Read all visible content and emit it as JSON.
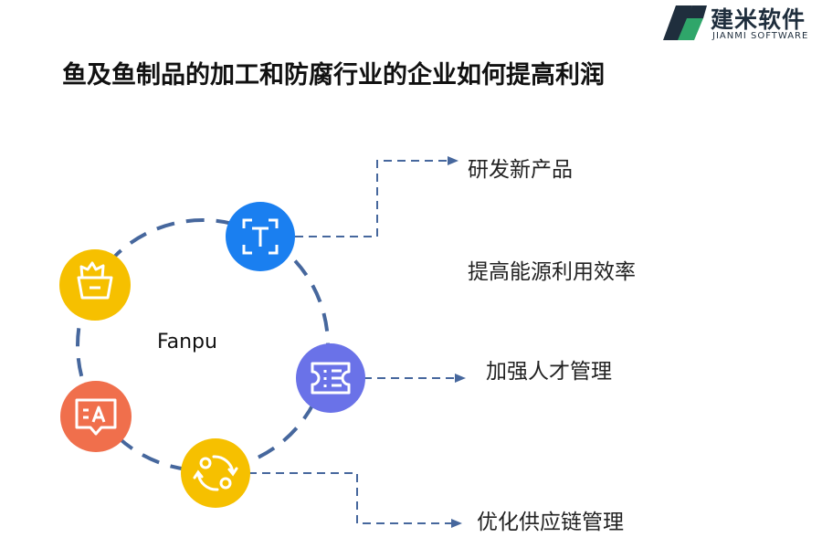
{
  "header": {
    "logo_cn": "建米软件",
    "logo_en": "JIANMI SOFTWARE",
    "title": "鱼及鱼制品的加工和防腐行业的企业如何提高利润"
  },
  "diagram": {
    "center_label": "Fanpu",
    "nodes": [
      {
        "icon": "text-tool-icon",
        "color": "#1a7ff0"
      },
      {
        "icon": "basket-icon",
        "color": "#f6c000"
      },
      {
        "icon": "ticket-list-icon",
        "color": "#6a72e8"
      },
      {
        "icon": "translate-message-icon",
        "color": "#f06f4c"
      },
      {
        "icon": "cycle-arrows-icon",
        "color": "#f6c000"
      }
    ],
    "branches": [
      {
        "label": "研发新产品"
      },
      {
        "label": "提高能源利用效率"
      },
      {
        "label": "加强人才管理"
      },
      {
        "label": "优化供应链管理"
      }
    ]
  },
  "colors": {
    "ring": "#46679d",
    "connector": "#46679d",
    "logo_dark": "#1f2e3d",
    "logo_green": "#2fa66a"
  }
}
